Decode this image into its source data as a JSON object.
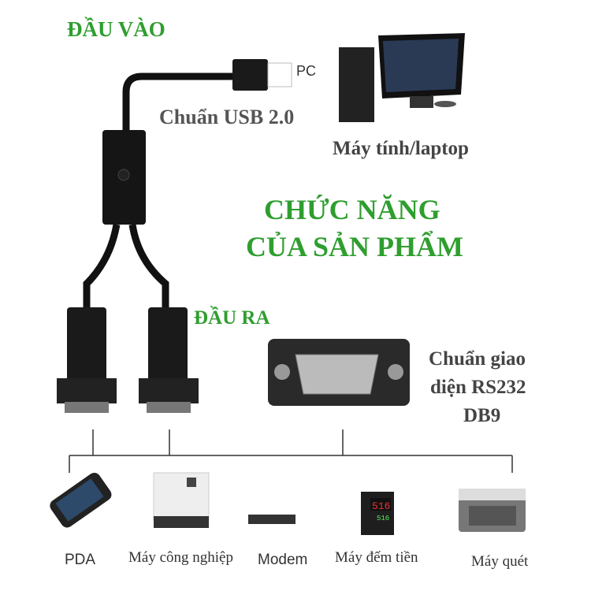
{
  "input_label": "ĐẦU VÀO",
  "pc_label": "PC",
  "usb_standard": "Chuẩn USB 2.0",
  "computer_label": "Máy tính/laptop",
  "title_line1": "CHỨC NĂNG",
  "title_line2": "CỦA SẢN PHẨM",
  "output_label": "ĐẦU RA",
  "interface_line1": "Chuẩn giao",
  "interface_line2": "diện RS232",
  "interface_line3": "DB9",
  "devices": [
    {
      "label": "PDA"
    },
    {
      "label": "Máy công nghiệp"
    },
    {
      "label": "Modem"
    },
    {
      "label": "Máy đếm tiền"
    },
    {
      "label": "Máy quét"
    }
  ],
  "counter_display_top": "516",
  "counter_display_bottom": "516",
  "colors": {
    "accent": "#2f9e2f",
    "text_gray": "#555555"
  }
}
